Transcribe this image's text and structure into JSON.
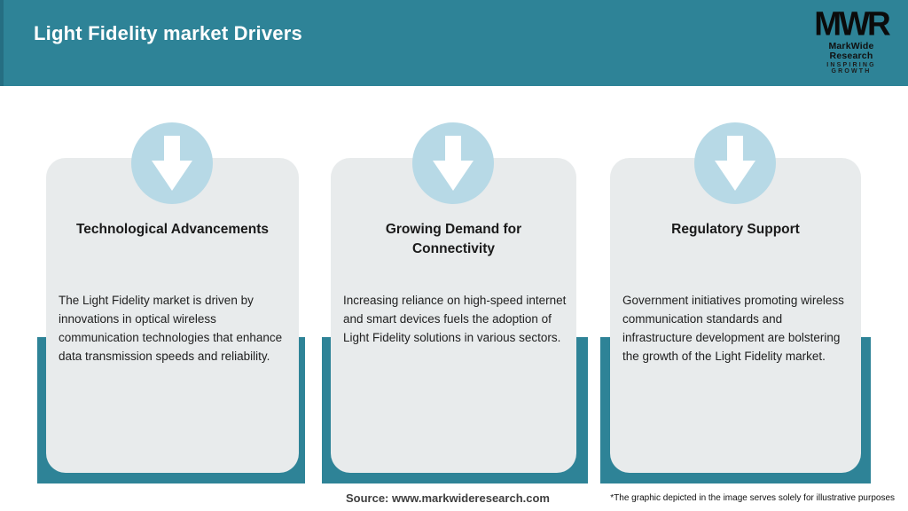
{
  "header": {
    "title": "Light Fidelity market Drivers"
  },
  "logo": {
    "monogram": "MWR",
    "name": "MarkWide Research",
    "tagline": "INSPIRING GROWTH"
  },
  "cards": [
    {
      "title": "Technological Advancements",
      "body": "The Light Fidelity market is driven by innovations in optical wireless communication technologies that enhance data transmission speeds and reliability."
    },
    {
      "title": "Growing Demand for Connectivity",
      "body": "Increasing reliance on high-speed internet and smart devices fuels the adoption of Light Fidelity solutions in various sectors."
    },
    {
      "title": "Regulatory Support",
      "body": "Government initiatives promoting wireless communication standards and infrastructure development are bolstering the growth of the Light Fidelity market."
    }
  ],
  "footer": {
    "source": "Source: www.markwideresearch.com",
    "disclaimer": "*The graphic depicted in the image serves solely for illustrative purposes"
  },
  "colors": {
    "teal": "#2e8397",
    "circle_blue": "#b7d9e6",
    "card_bg": "#e8ebec",
    "title_white": "#ffffff"
  },
  "icons": [
    "down-arrow-icon"
  ]
}
